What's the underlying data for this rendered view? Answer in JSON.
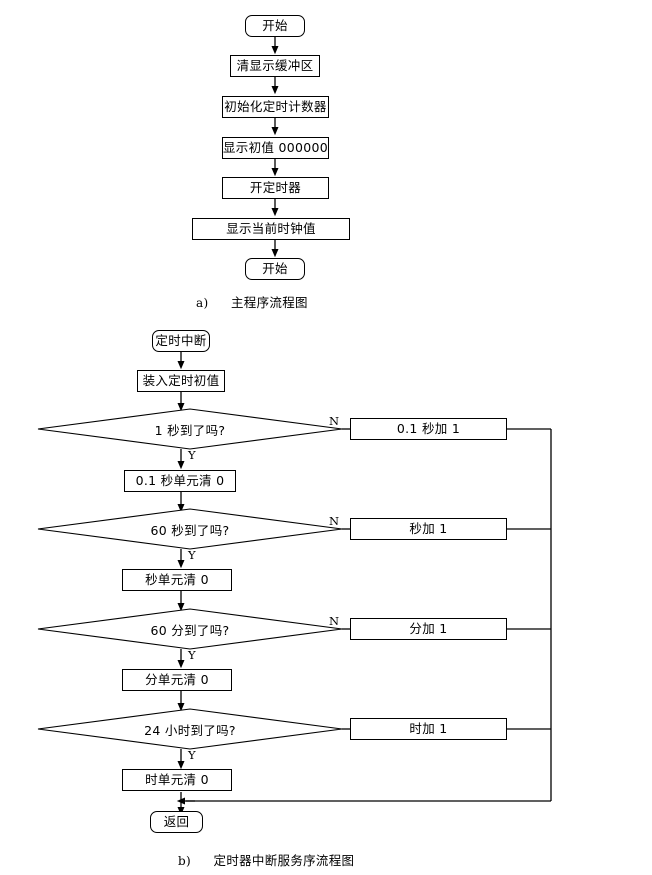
{
  "document": {
    "type": "flowchart-figure",
    "background": "#ffffff",
    "stroke": "#000000"
  },
  "figure_a": {
    "caption_key": "a)",
    "caption_text": "主程序流程图",
    "nodes": [
      {
        "id": "a1",
        "shape": "terminal",
        "label": "开始"
      },
      {
        "id": "a2",
        "shape": "process",
        "label": "清显示缓冲区"
      },
      {
        "id": "a3",
        "shape": "process",
        "label": "初始化定时计数器"
      },
      {
        "id": "a4",
        "shape": "process",
        "label": "显示初值 000000"
      },
      {
        "id": "a5",
        "shape": "process",
        "label": "开定时器"
      },
      {
        "id": "a6",
        "shape": "process",
        "label": "显示当前时钟值"
      },
      {
        "id": "a7",
        "shape": "terminal",
        "label": "开始"
      }
    ]
  },
  "figure_b": {
    "caption_key": "b)",
    "caption_text": "定时器中断服务序流程图",
    "nodes": [
      {
        "id": "b1",
        "shape": "terminal",
        "label": "定时中断"
      },
      {
        "id": "b2",
        "shape": "process",
        "label": "装入定时初值"
      },
      {
        "id": "d1",
        "shape": "decision",
        "label": "1 秒到了吗?"
      },
      {
        "id": "r1",
        "shape": "process",
        "label": "0.1 秒加 1"
      },
      {
        "id": "b3",
        "shape": "process",
        "label": "0.1 秒单元清 0"
      },
      {
        "id": "d2",
        "shape": "decision",
        "label": "60 秒到了吗?"
      },
      {
        "id": "r2",
        "shape": "process",
        "label": "秒加 1"
      },
      {
        "id": "b4",
        "shape": "process",
        "label": "秒单元清 0"
      },
      {
        "id": "d3",
        "shape": "decision",
        "label": "60 分到了吗?"
      },
      {
        "id": "r3",
        "shape": "process",
        "label": "分加 1"
      },
      {
        "id": "b5",
        "shape": "process",
        "label": "分单元清 0"
      },
      {
        "id": "d4",
        "shape": "decision",
        "label": "24 小时到了吗?"
      },
      {
        "id": "r4",
        "shape": "process",
        "label": "时加 1"
      },
      {
        "id": "b6",
        "shape": "process",
        "label": "时单元清 0"
      },
      {
        "id": "b7",
        "shape": "terminal",
        "label": "返回"
      }
    ],
    "branch_labels": {
      "no": "N",
      "yes": "Y"
    },
    "branches": [
      {
        "decision": "d1",
        "no": "N",
        "yes": "Y"
      },
      {
        "decision": "d2",
        "no": "N",
        "yes": "Y"
      },
      {
        "decision": "d3",
        "no": "N",
        "yes": "Y"
      },
      {
        "decision": "d4",
        "no": "",
        "yes": "Y"
      }
    ]
  }
}
